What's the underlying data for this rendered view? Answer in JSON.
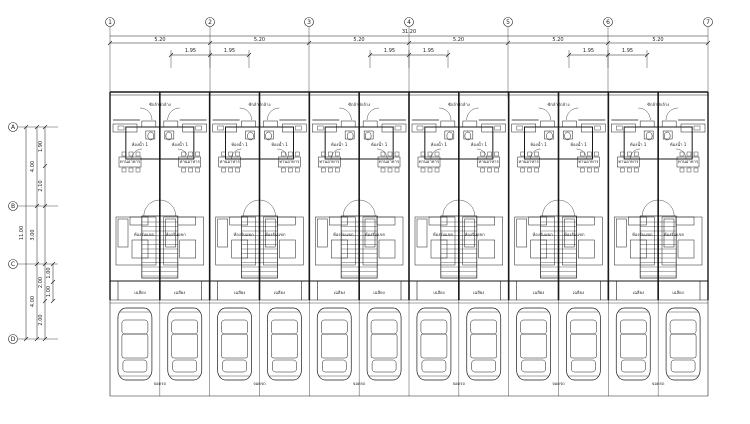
{
  "grid_columns": [
    "1",
    "2",
    "3",
    "4",
    "5",
    "6",
    "7"
  ],
  "grid_rows": [
    "A",
    "B",
    "C",
    "D"
  ],
  "dimensions": {
    "top_total": "31.20",
    "top_spans": [
      "5.20",
      "5.20",
      "5.20",
      "5.20",
      "5.20",
      "5.20"
    ],
    "top_sub": [
      "1.95",
      "1.95",
      "1.95",
      "1.95",
      "1.95",
      "1.95"
    ],
    "left_total": "11.00",
    "left_outer": [
      "4.00",
      "3.00",
      "4.00"
    ],
    "left_inner": [
      "1.90",
      "2.10",
      "2.00",
      "2.00"
    ],
    "left_inner_small": [
      "1.00",
      "1.00"
    ]
  },
  "labels": {
    "bathroom": "ห้องน้ำ 1",
    "dining": "ทานอาหาร",
    "living": "ห้องรับแขก",
    "porch": "เฉลียง",
    "parking": "จอดรถ",
    "wash": "ซักล้าง"
  },
  "colors": {
    "line": "#1a1a1a",
    "wall": "#000000",
    "background": "#ffffff"
  }
}
